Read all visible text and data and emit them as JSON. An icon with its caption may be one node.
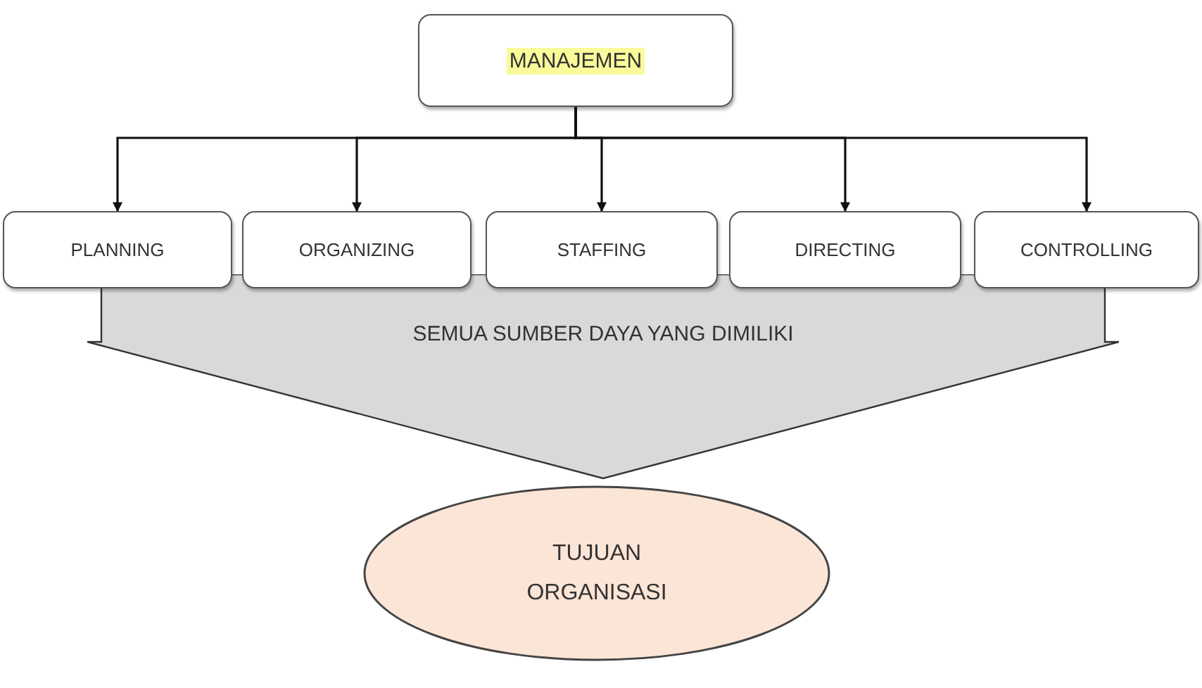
{
  "diagram": {
    "nodes": [
      {
        "text": [
          "MANAJEMEN"
        ]
      },
      {
        "text": [
          "PLANNING"
        ]
      },
      {
        "text": [
          "ORGANIZING"
        ]
      },
      {
        "text": [
          "STAFFING"
        ]
      },
      {
        "text": [
          "DIRECTING"
        ]
      },
      {
        "text": [
          "CONTROLLING"
        ]
      },
      {
        "text": [
          "SEMUA SUMBER DAYA YANG DIMILIKI"
        ]
      },
      {
        "text": [
          "TUJUAN ORGANISASI"
        ]
      }
    ],
    "edges": [
      {
        "from": 0,
        "to": 1,
        "arrow": "to"
      },
      {
        "from": 0,
        "to": 2,
        "arrow": "to"
      },
      {
        "from": 0,
        "to": 3,
        "arrow": "to"
      },
      {
        "from": 0,
        "to": 4,
        "arrow": "to"
      },
      {
        "from": 0,
        "to": 5,
        "arrow": "to"
      }
    ]
  }
}
